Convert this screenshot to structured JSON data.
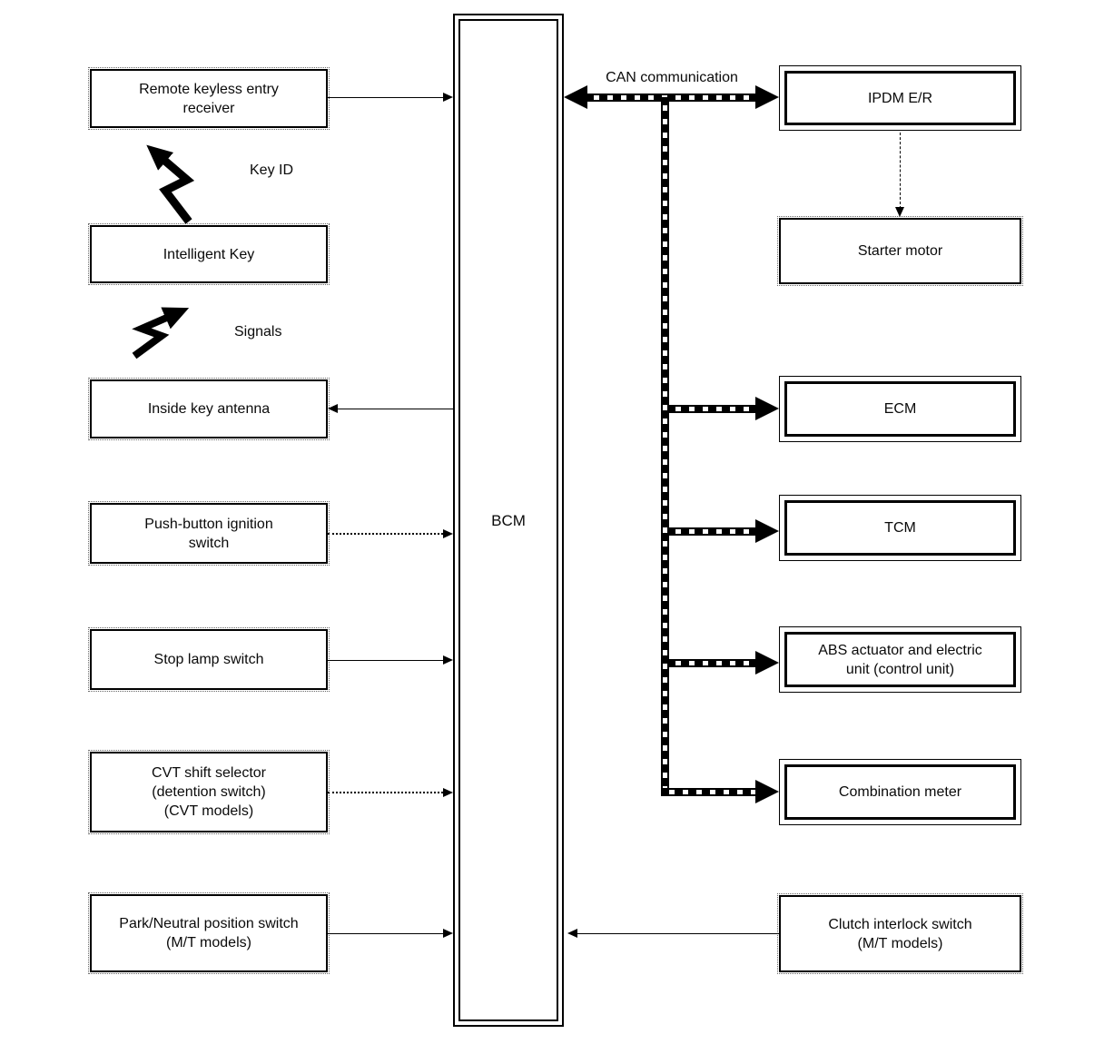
{
  "labels": {
    "bcm": "BCM",
    "can": "CAN communication",
    "key_id": "Key ID",
    "signals": "Signals"
  },
  "left_boxes": [
    {
      "label": "Remote keyless entry\nreceiver"
    },
    {
      "label": "Intelligent Key"
    },
    {
      "label": "Inside key antenna"
    },
    {
      "label": "Push-button ignition\nswitch"
    },
    {
      "label": "Stop lamp switch"
    },
    {
      "label": "CVT shift selector\n(detention switch)\n(CVT models)"
    },
    {
      "label": "Park/Neutral position switch\n(M/T models)"
    }
  ],
  "right_boxes": [
    {
      "label": "IPDM E/R"
    },
    {
      "label": "Starter motor"
    },
    {
      "label": "ECM"
    },
    {
      "label": "TCM"
    },
    {
      "label": "ABS actuator and electric\nunit (control unit)"
    },
    {
      "label": "Combination meter"
    },
    {
      "label": "Clutch interlock switch\n(M/T models)"
    }
  ],
  "icons": {
    "key_id_bolt": "rf-signal-bolt-icon",
    "signals_bolt": "rf-signal-bolt-icon"
  },
  "colors": {
    "line": "#000000",
    "background": "#ffffff"
  }
}
